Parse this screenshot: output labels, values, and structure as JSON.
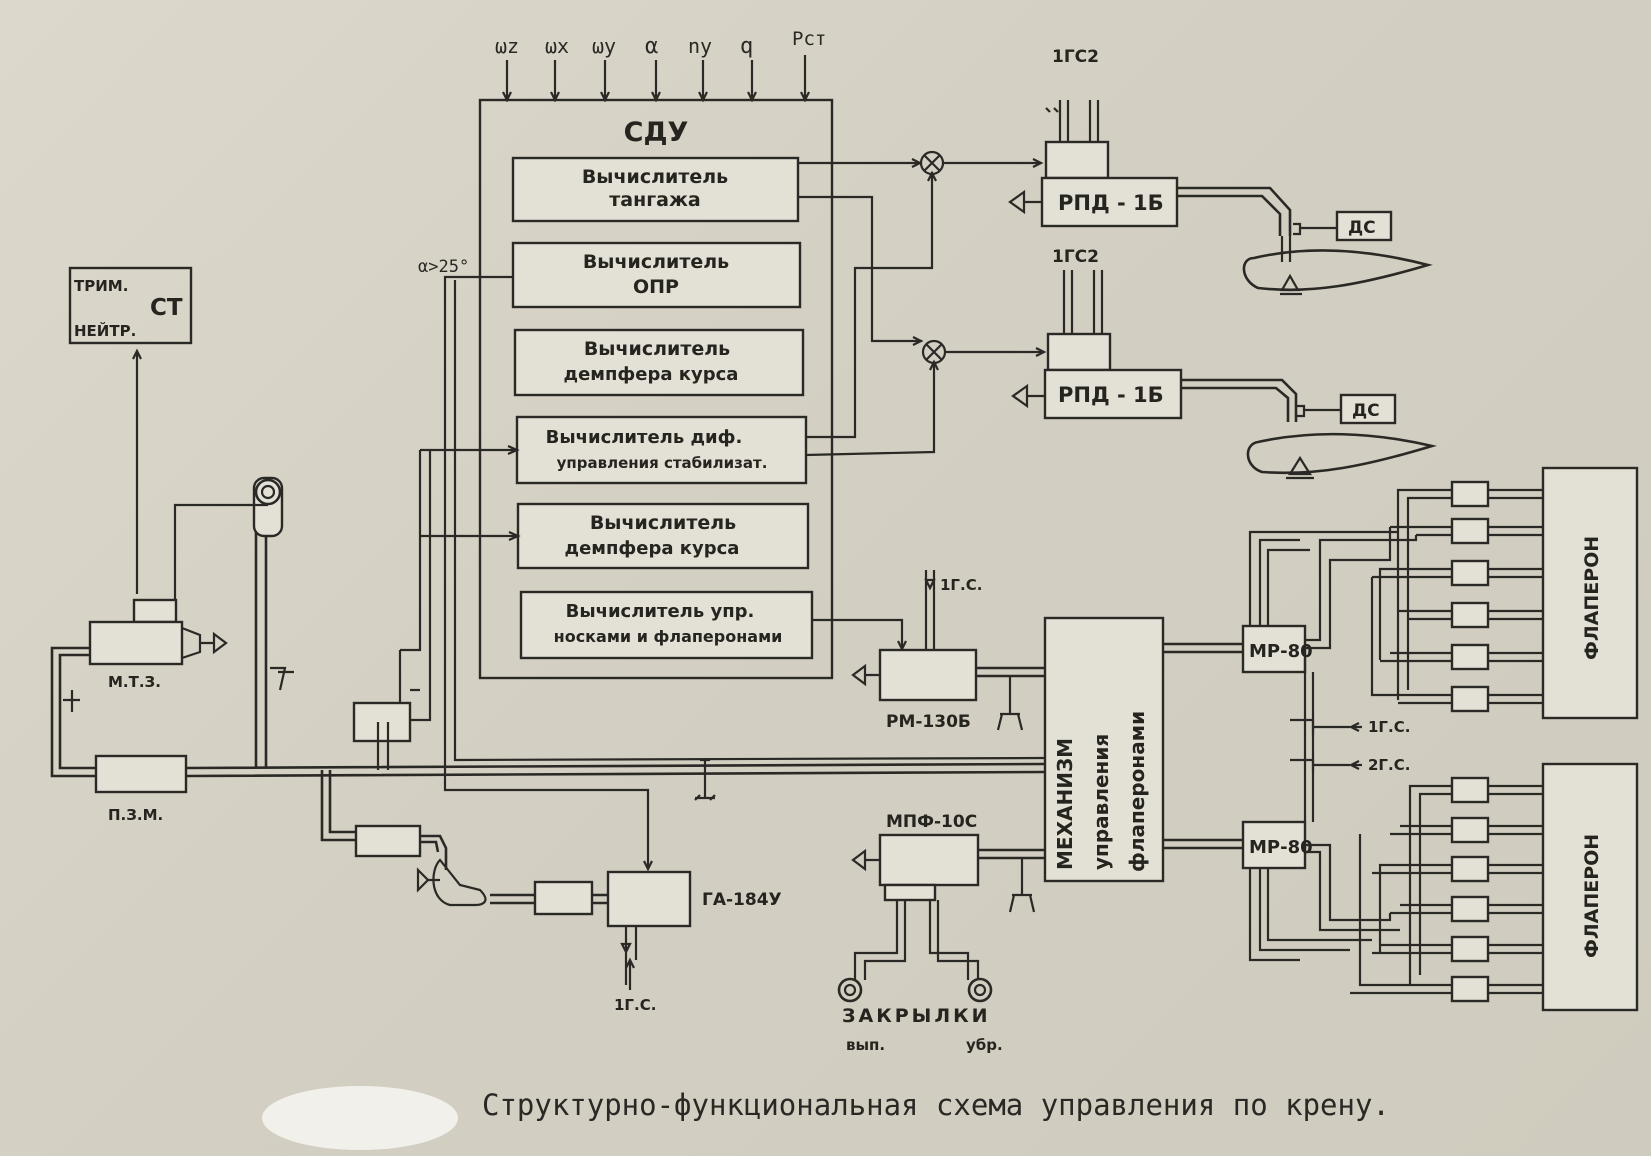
{
  "inputs": [
    "ωz",
    "ωx",
    "ωy",
    "α",
    "ny",
    "q",
    "Pст"
  ],
  "sdu": {
    "title": "СДУ",
    "blocks": [
      {
        "line1": "Вычислитель",
        "line2": "тангажа"
      },
      {
        "line1": "Вычислитель",
        "line2": "ОПР"
      },
      {
        "line1": "Вычислитель",
        "line2": "демпфера курса"
      },
      {
        "line1": "Вычислитель  диф.",
        "line2": "управления  стабилизат."
      },
      {
        "line1": "Вычислитель",
        "line2": "демпфера  курса"
      },
      {
        "line1": "Вычислитель  упр.",
        "line2": "носками и флаперонами"
      }
    ]
  },
  "alpha_label": "α>25°",
  "trim": {
    "line1": "ТРИМ.",
    "line2": "НЕЙТР.",
    "code": "СТ"
  },
  "units": {
    "mtz": "М.Т.З.",
    "pzm": "П.З.М.",
    "ga": "ГА-184У",
    "rm": "РМ-130Б",
    "mpf": "МПФ-10С",
    "rpd_top": "РПД - 1Б",
    "rpd_bottom": "РПД - 1Б",
    "ds_top": "ДС",
    "ds_bottom": "ДС",
    "mr_top": "МР-80",
    "mr_bottom": "МР-80",
    "flaperon_top": "ФЛАПЕРОН",
    "flaperon_bottom": "ФЛАПЕРОН",
    "mechanism": [
      "МЕХАНИЗМ",
      "управления",
      "флаперонами"
    ]
  },
  "hydro": {
    "gs_top": "1ГС2",
    "gs_mid": "1ГС2",
    "gs_rm": "1Г.С.",
    "gs_ga": "1Г.С.",
    "gs_1": "1Г.С.",
    "gs_2": "2Г.С."
  },
  "flaps": {
    "title": "ЗАКРЫЛКИ",
    "extend": "вып.",
    "retract": "убр."
  },
  "caption": "Структурно-функциональная схема управления по крену."
}
